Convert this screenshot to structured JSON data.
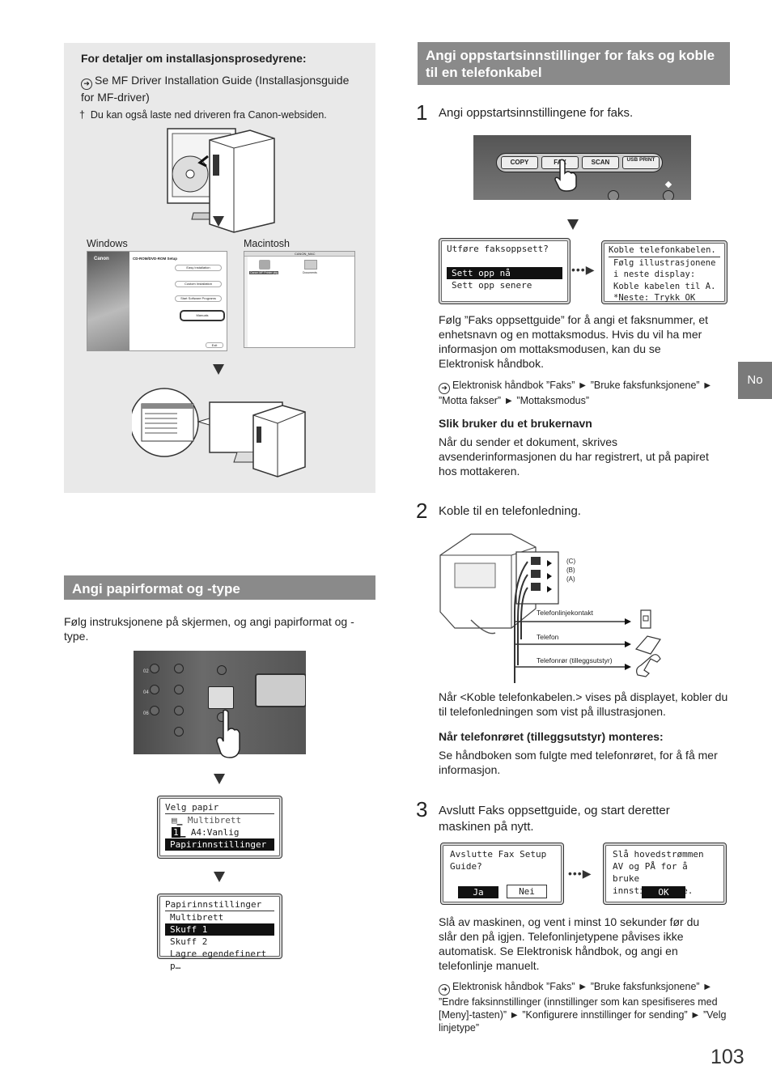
{
  "install_box": {
    "title": "For detaljer om installasjonsprosedyrene:",
    "ref": "Se MF Driver Installation Guide (Installasjonsguide for MF-driver)",
    "note_mark": "†",
    "note": "Du kan også laste ned driveren fra Canon-websiden.",
    "windows_label": "Windows",
    "mac_label": "Macintosh",
    "win_screen_brand": "Canon",
    "win_screen_title": "CD-ROM/DVD-ROM Setup",
    "win_btn1": "Easy Installation",
    "win_btn2": "Custom Installation",
    "win_btn3": "Start Software Programs",
    "win_btn4": "Manuals",
    "win_btn5": "Exit",
    "mac_window_title": "CANON_MAC",
    "mac_item1": "Canon MF Printer pkg",
    "mac_item2": "Documents"
  },
  "paper_section": {
    "heading": "Angi papirformat og -type",
    "intro": "Følg instruksjonene på skjermen, og angi papirformat og -type.",
    "panel_labels": [
      "02",
      "04",
      "06"
    ],
    "lcd1": {
      "title": "Velg papir",
      "row1": "Multibrett",
      "row2_badge": "1",
      "row2": "A4:Vanlig",
      "row3": "Papirinnstillinger"
    },
    "lcd2": {
      "title": "Papirinnstillinger",
      "row1": "Multibrett",
      "row2": "Skuff 1",
      "row3": "Skuff 2",
      "row4": "Lagre egendefinert p…"
    }
  },
  "fax_section": {
    "heading": "Angi oppstartsinnstillinger for faks og koble til en telefonkabel",
    "step1": {
      "num": "1",
      "text": "Angi oppstartsinnstillingene for faks.",
      "buttons": [
        "COPY",
        "FAX",
        "SCAN",
        "USB PRINT"
      ],
      "lcd_a_title": "Utføre faksoppsett?",
      "lcd_a_opt1": "Sett opp nå",
      "lcd_a_opt2": "Sett opp senere",
      "lcd_b_l1": "Koble telefonkabelen.",
      "lcd_b_l2": "Følg illustrasjonene",
      "lcd_b_l3": "i neste display:",
      "lcd_b_l4": "Koble kabelen til A.",
      "lcd_b_l5": "*Neste: Trykk OK",
      "para": "Følg ”Faks oppsettguide” for å angi et faksnummer, et enhetsnavn og en mottaksmodus. Hvis du vil ha mer informasjon om mottaksmodusen, kan du se Elektronisk håndbok.",
      "ref": "Elektronisk håndbok ”Faks” ► ”Bruke faksfunksjonene” ► ”Motta fakser” ► ”Mottaksmodus”",
      "subhead": "Slik bruker du et brukernavn",
      "subpara": "Når du sender et dokument, skrives avsenderinformasjonen du har registrert, ut på papiret hos mottakeren."
    },
    "step2": {
      "num": "2",
      "text": "Koble til en telefonledning.",
      "port_c": "(C)",
      "port_b": "(B)",
      "port_a": "(A)",
      "label1": "Telefonlinjekontakt",
      "label2": "Telefon",
      "label3": "Telefonrør (tilleggsutstyr)",
      "para": "Når <Koble telefonkabelen.> vises på displayet, kobler du til telefonledningen som vist på illustrasjonen.",
      "subhead": "Når telefonrøret (tilleggsutstyr) monteres:",
      "subpara": "Se håndboken som fulgte med telefonrøret, for å få mer informasjon."
    },
    "step3": {
      "num": "3",
      "text": "Avslutt Faks oppsettguide, og start deretter maskinen på nytt.",
      "lcd_a_l1": "Avslutte Fax Setup",
      "lcd_a_l2": "Guide?",
      "lcd_a_yes": "Ja",
      "lcd_a_no": "Nei",
      "lcd_b_l1": "Slå hovedstrømmen",
      "lcd_b_l2": "AV og PÅ for å bruke",
      "lcd_b_l3": "innstillingene.",
      "lcd_b_ok": "OK",
      "para": "Slå av maskinen, og vent i minst 10 sekunder før du slår den på igjen. Telefonlinjetypene påvises ikke automatisk. Se Elektronisk håndbok, og angi en telefonlinje manuelt.",
      "ref": "Elektronisk håndbok ”Faks” ► ”Bruke faksfunksjonene” ► ”Endre faksinnstillinger (innstillinger som kan spesifiseres med [Meny]-tasten)” ► ”Konfigurere innstillinger for sending” ► ”Velg linjetype”"
    }
  },
  "lang_tab": "No",
  "page_number": "103"
}
